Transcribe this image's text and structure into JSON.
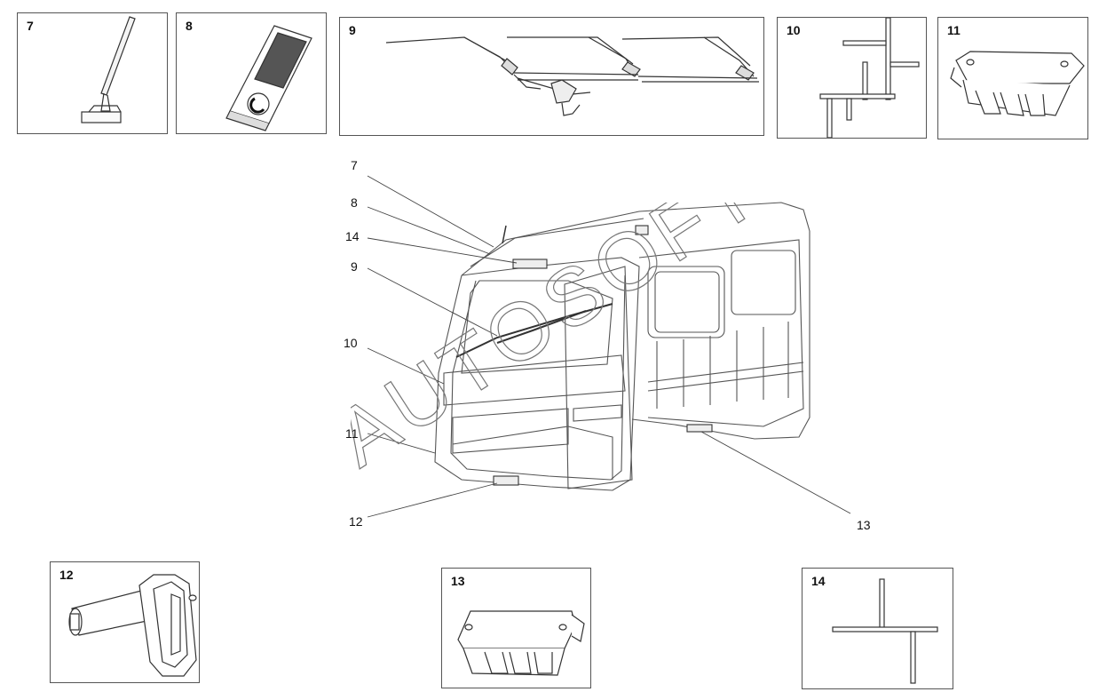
{
  "panels": [
    {
      "num": "7",
      "icon": "antenna-icon"
    },
    {
      "num": "8",
      "icon": "cab-light-icon"
    },
    {
      "num": "9",
      "icon": "wiper-assembly-icon"
    },
    {
      "num": "10",
      "icon": "bracket-profile-icon"
    },
    {
      "num": "11",
      "icon": "lamp-housing-icon"
    },
    {
      "num": "12",
      "icon": "door-latch-icon"
    },
    {
      "num": "13",
      "icon": "lamp-housing-icon"
    },
    {
      "num": "14",
      "icon": "t-profile-icon"
    }
  ],
  "callouts": {
    "c7": "7",
    "c8": "8",
    "c14": "14",
    "c9": "9",
    "c10": "10",
    "c11": "11",
    "c12": "12",
    "c13": "13"
  },
  "watermark": "AUTOSOFT"
}
